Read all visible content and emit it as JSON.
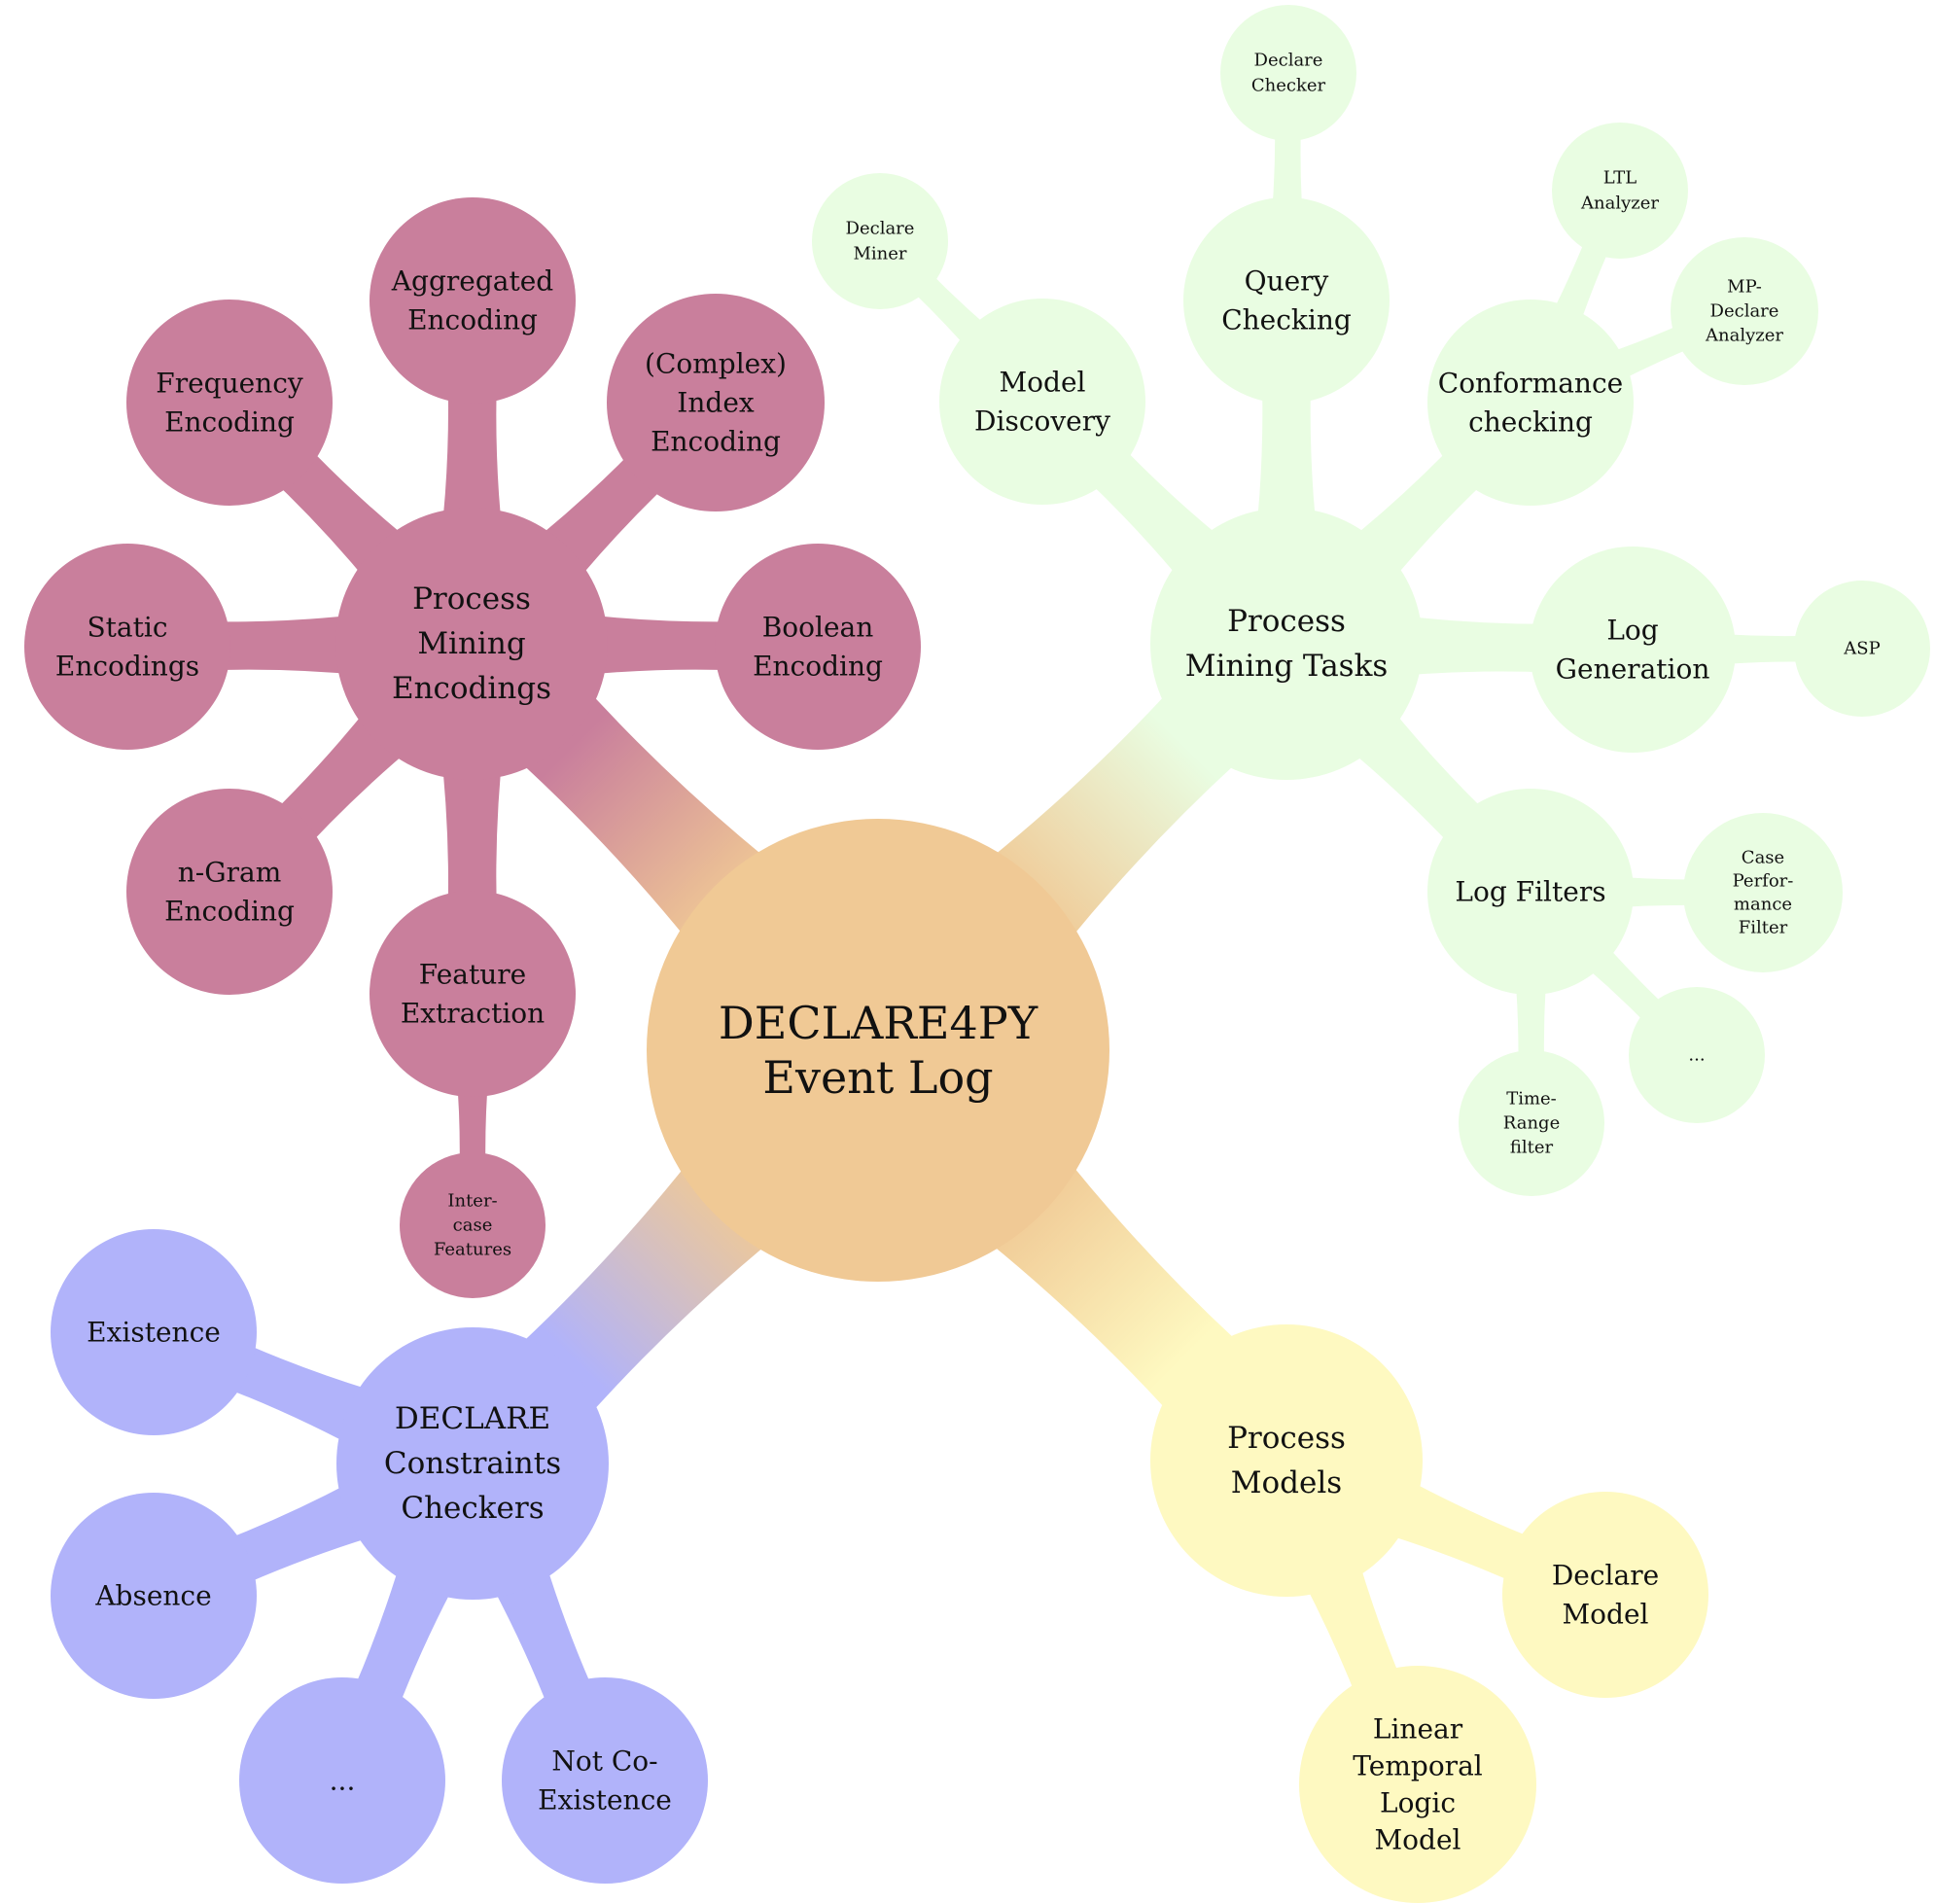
{
  "colors": {
    "root": "#f0c995",
    "encodings": "#c97f9c",
    "tasks": "#e9fde2",
    "constraints": "#b1b3fa",
    "models": "#fef9c1",
    "text": "#111111"
  },
  "root": {
    "id": "root",
    "lines": [
      "DECLARE4PY",
      "Event Log"
    ]
  },
  "branches": [
    {
      "id": "encodings",
      "color_key": "encodings",
      "node": {
        "id": "process-mining-encodings",
        "lines": [
          "Process",
          "Mining",
          "Encodings"
        ]
      },
      "children": [
        {
          "id": "aggregated-encoding",
          "lines": [
            "Aggregated",
            "Encoding"
          ]
        },
        {
          "id": "frequency-encoding",
          "lines": [
            "Frequency",
            "Encoding"
          ]
        },
        {
          "id": "complex-index-encoding",
          "lines": [
            "(Complex)",
            "Index",
            "Encoding"
          ]
        },
        {
          "id": "static-encodings",
          "lines": [
            "Static",
            "Encodings"
          ]
        },
        {
          "id": "boolean-encoding",
          "lines": [
            "Boolean",
            "Encoding"
          ]
        },
        {
          "id": "n-gram-encoding",
          "lines": [
            "n-Gram",
            "Encoding"
          ]
        },
        {
          "id": "feature-extraction",
          "lines": [
            "Feature",
            "Extraction"
          ],
          "children": [
            {
              "id": "inter-case-features",
              "lines": [
                "Inter-",
                "case",
                "Features"
              ]
            }
          ]
        }
      ]
    },
    {
      "id": "tasks",
      "color_key": "tasks",
      "node": {
        "id": "process-mining-tasks",
        "lines": [
          "Process",
          "Mining Tasks"
        ]
      },
      "children": [
        {
          "id": "model-discovery",
          "lines": [
            "Model",
            "Discovery"
          ],
          "children": [
            {
              "id": "declare-miner",
              "lines": [
                "Declare",
                "Miner"
              ]
            }
          ]
        },
        {
          "id": "query-checking",
          "lines": [
            "Query",
            "Checking"
          ],
          "children": [
            {
              "id": "declare-checker",
              "lines": [
                "Declare",
                "Checker"
              ]
            }
          ]
        },
        {
          "id": "conformance-checking",
          "lines": [
            "Conformance",
            "checking"
          ],
          "children": [
            {
              "id": "ltl-analyzer",
              "lines": [
                "LTL",
                "Analyzer"
              ]
            },
            {
              "id": "mp-declare-analyzer",
              "lines": [
                "MP-",
                "Declare",
                "Analyzer"
              ]
            }
          ]
        },
        {
          "id": "log-generation",
          "lines": [
            "Log",
            "Generation"
          ],
          "children": [
            {
              "id": "asp",
              "lines": [
                "ASP"
              ]
            }
          ]
        },
        {
          "id": "log-filters",
          "lines": [
            "Log Filters"
          ],
          "children": [
            {
              "id": "case-performance-filter",
              "lines": [
                "Case",
                "Perfor-",
                "mance",
                "Filter"
              ]
            },
            {
              "id": "filters-more",
              "lines": [
                "..."
              ]
            },
            {
              "id": "time-range-filter",
              "lines": [
                "Time-",
                "Range",
                "filter"
              ]
            }
          ]
        }
      ]
    },
    {
      "id": "constraints",
      "color_key": "constraints",
      "node": {
        "id": "declare-constraints-checkers",
        "lines": [
          "DECLARE",
          "Constraints",
          "Checkers"
        ]
      },
      "children": [
        {
          "id": "existence",
          "lines": [
            "Existence"
          ]
        },
        {
          "id": "absence",
          "lines": [
            "Absence"
          ]
        },
        {
          "id": "constraints-more",
          "lines": [
            "..."
          ]
        },
        {
          "id": "not-co-existence",
          "lines": [
            "Not Co-",
            "Existence"
          ]
        }
      ]
    },
    {
      "id": "models",
      "color_key": "models",
      "node": {
        "id": "process-models",
        "lines": [
          "Process",
          "Models"
        ]
      },
      "children": [
        {
          "id": "declare-model",
          "lines": [
            "Declare",
            "Model"
          ]
        },
        {
          "id": "ltl-model",
          "lines": [
            "Linear",
            "Temporal",
            "Logic",
            "Model"
          ]
        }
      ]
    }
  ]
}
